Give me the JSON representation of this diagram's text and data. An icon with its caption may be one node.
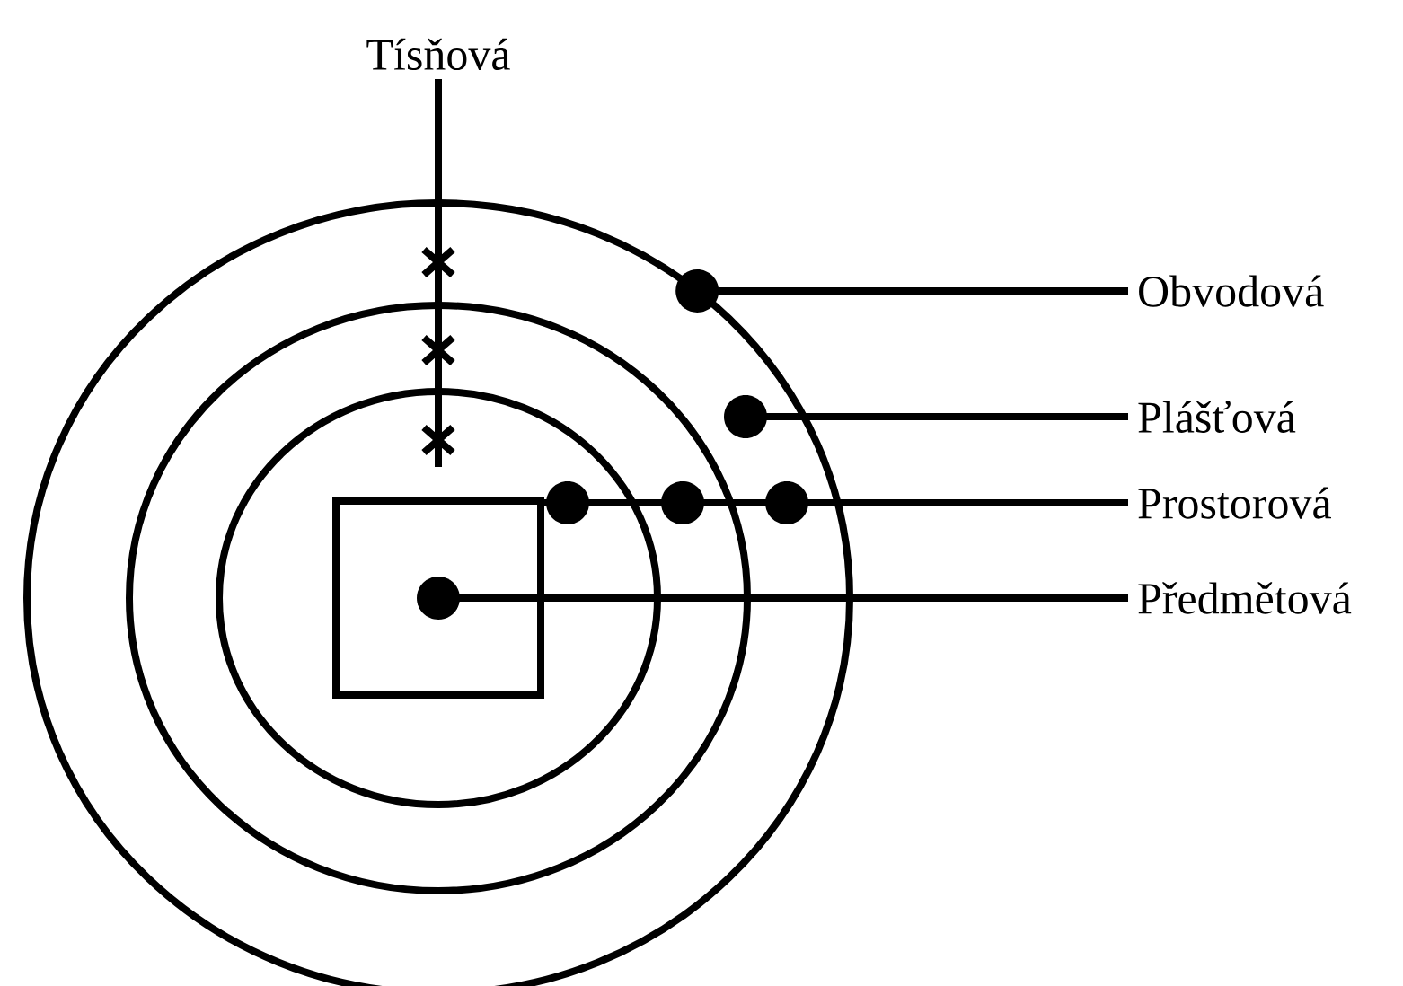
{
  "diagram": {
    "nodes": [
      {
        "text": [
          "Tísňová"
        ]
      },
      {
        "text": [
          "Obvodová"
        ]
      },
      {
        "text": [
          "Plášťová"
        ]
      },
      {
        "text": [
          "Prostorová"
        ]
      },
      {
        "text": [
          "Předmětová"
        ]
      },
      {
        "text": [],
        "shape": "circle"
      },
      {
        "text": [],
        "shape": "circle",
        "in": 5
      },
      {
        "text": [],
        "shape": "circle",
        "in": 6
      },
      {
        "text": [],
        "shape": "box",
        "in": 7
      }
    ],
    "edges": [
      {
        "from": 0,
        "to": null,
        "arrow": "none"
      },
      {
        "from": 1,
        "to": 5,
        "arrow": "other"
      },
      {
        "from": 2,
        "to": 5,
        "arrow": "other"
      },
      {
        "from": 3,
        "to": 8,
        "arrow": "other"
      },
      {
        "from": 4,
        "to": 8,
        "arrow": "other"
      }
    ]
  }
}
